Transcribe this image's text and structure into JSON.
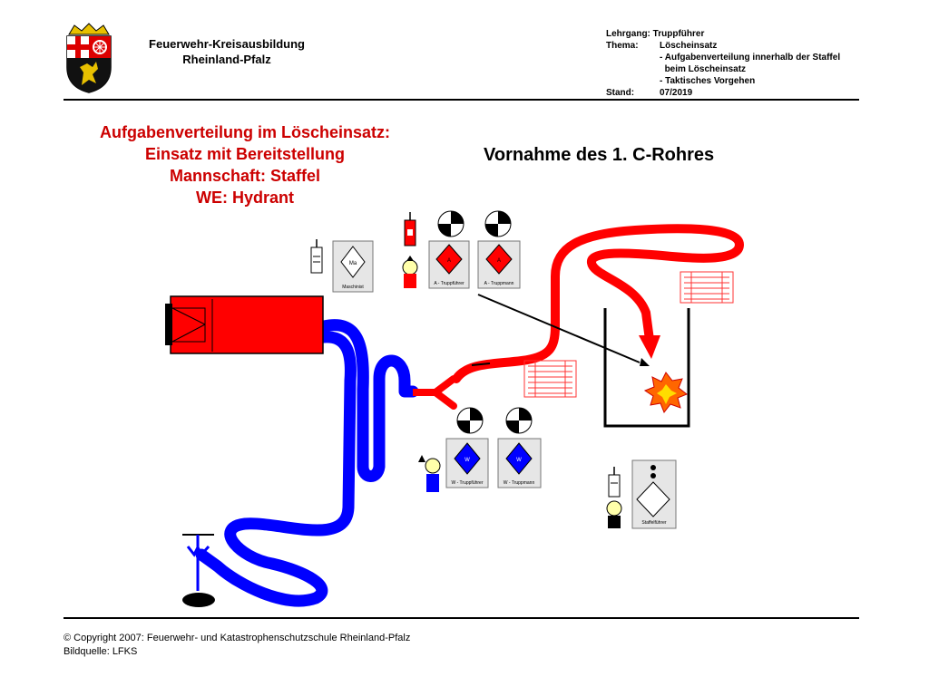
{
  "header": {
    "org_line1": "Feuerwehr-Kreisausbildung",
    "org_line2": "Rheinland-Pfalz",
    "lehrgang_label": "Lehrgang:",
    "lehrgang_value": "Truppführer",
    "thema_label": "Thema:",
    "thema_value": "Löscheinsatz",
    "thema_item1": "- Aufgabenverteilung innerhalb der Staffel",
    "thema_item1b": "beim Löscheinsatz",
    "thema_item2": "- Taktisches Vorgehen",
    "stand_label": "Stand:",
    "stand_value": "07/2019"
  },
  "title": {
    "line1": "Aufgabenverteilung im Löscheinsatz:",
    "line2": "Einsatz mit Bereitstellung",
    "line3": "Mannschaft: Staffel",
    "line4": "WE: Hydrant"
  },
  "subtitle": "Vornahme des 1. C-Rohres",
  "cards": {
    "maschinist_label": "Maschinist",
    "maschinist_code": "Ma",
    "a_truppfuehrer_label": "A - Truppführer",
    "a_truppfuehrer_code": "A",
    "a_truppmann_label": "A - Truppmann",
    "a_truppmann_code": "A",
    "w_truppfuehrer_label": "W - Truppführer",
    "w_truppfuehrer_code": "W",
    "w_truppmann_label": "W - Truppmann",
    "w_truppmann_code": "W",
    "staffelfuehrer_label": "Staffelführer"
  },
  "colors": {
    "attack_hose": "#ff0000",
    "supply_hose": "#0000ff",
    "vehicle": "#ff0000",
    "title": "#cc0000",
    "fire": "#ff6600"
  },
  "footer": {
    "copyright": "© Copyright 2007: Feuerwehr- und Katastrophenschutzschule Rheinland-Pfalz",
    "source": "Bildquelle: LFKS"
  }
}
